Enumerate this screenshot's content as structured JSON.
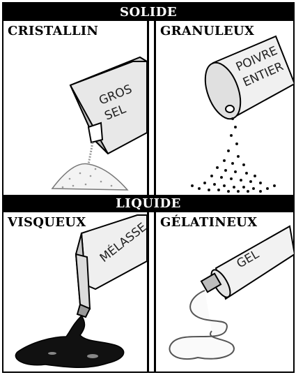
{
  "sections": {
    "solid": "SOLIDE",
    "liquid": "LIQUIDE"
  },
  "panels": {
    "crystalline": {
      "label": "CRISTALLIN",
      "package_text": [
        "GROS",
        "SEL"
      ]
    },
    "granular": {
      "label": "GRANULEUX",
      "package_text": [
        "POIVRE",
        "ENTIER"
      ]
    },
    "viscous": {
      "label": "VISQUEUX",
      "package_text": [
        "MÉLASSE"
      ]
    },
    "gelatinous": {
      "label": "GÉLATINEUX",
      "package_text": [
        "GEL"
      ]
    }
  }
}
